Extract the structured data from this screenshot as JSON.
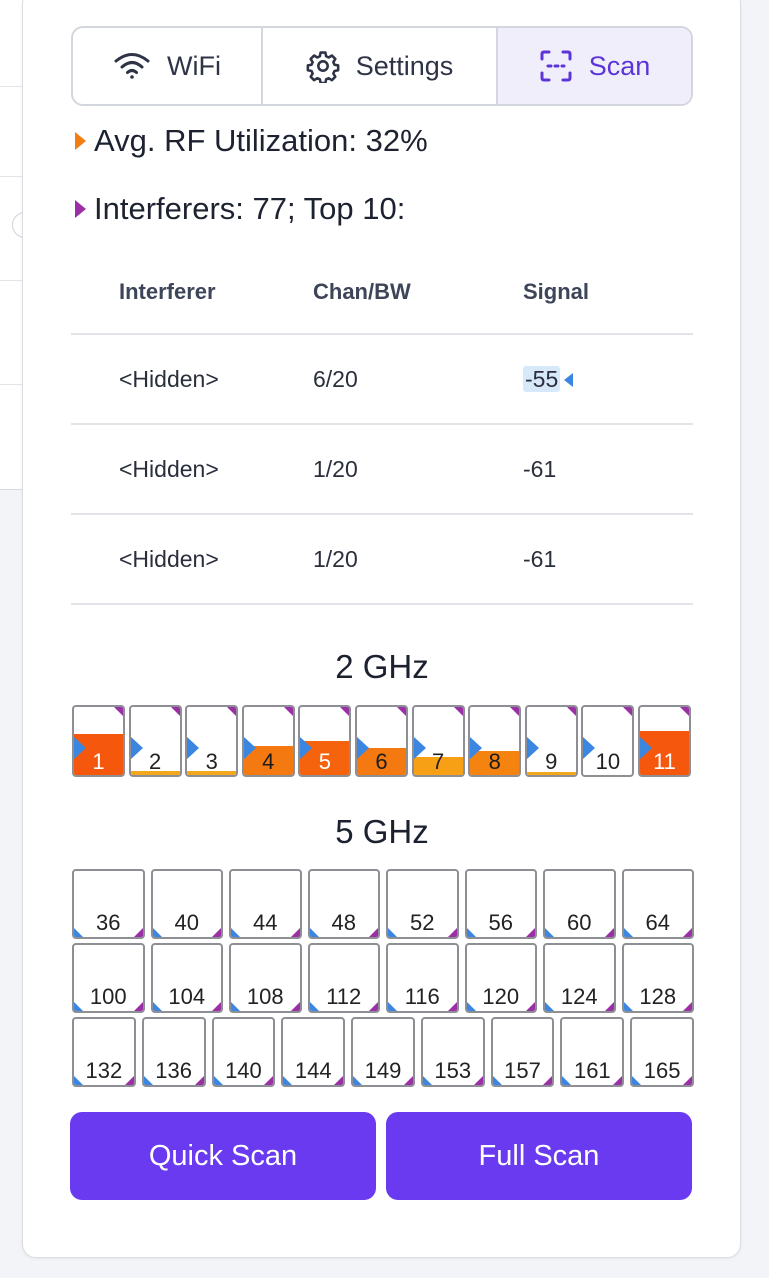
{
  "tabs": [
    {
      "label": "WiFi",
      "icon": "wifi-icon"
    },
    {
      "label": "Settings",
      "icon": "gear-icon"
    },
    {
      "label": "Scan",
      "icon": "scan-icon",
      "active": true
    }
  ],
  "summary": {
    "rf_utilization": "Avg. RF Utilization: 32%",
    "interferers": "Interferers: 77; Top 10:"
  },
  "table": {
    "headers": [
      "Interferer",
      "Chan/BW",
      "Signal"
    ],
    "rows": [
      {
        "name": "<Hidden>",
        "chan": "6/20",
        "signal": "-55",
        "highlighted": true
      },
      {
        "name": "<Hidden>",
        "chan": "1/20",
        "signal": "-61"
      },
      {
        "name": "<Hidden>",
        "chan": "1/20",
        "signal": "-61"
      }
    ]
  },
  "band_2ghz": {
    "title": "2 GHz",
    "channels": [
      {
        "ch": "1",
        "util": 0.6,
        "color": "#f5570d",
        "marker": true
      },
      {
        "ch": "2",
        "util": 0.06,
        "color": "#f2a81c",
        "marker": true
      },
      {
        "ch": "3",
        "util": 0.06,
        "color": "#f2a81c",
        "marker": true
      },
      {
        "ch": "4",
        "util": 0.42,
        "color": "#f47910",
        "marker": true
      },
      {
        "ch": "5",
        "util": 0.5,
        "color": "#f5640d",
        "marker": true
      },
      {
        "ch": "6",
        "util": 0.4,
        "color": "#f47910",
        "marker": true
      },
      {
        "ch": "7",
        "util": 0.26,
        "color": "#f7a016",
        "marker": true
      },
      {
        "ch": "8",
        "util": 0.36,
        "color": "#f4830f",
        "marker": true
      },
      {
        "ch": "9",
        "util": 0.04,
        "color": "#f2a81c",
        "marker": true
      },
      {
        "ch": "10",
        "util": 0.0,
        "color": "#f2a81c",
        "marker": true
      },
      {
        "ch": "11",
        "util": 0.64,
        "color": "#f5570d",
        "marker": true
      }
    ]
  },
  "band_5ghz": {
    "title": "5 GHz",
    "rows": [
      [
        "36",
        "40",
        "44",
        "48",
        "52",
        "56",
        "60",
        "64"
      ],
      [
        "100",
        "104",
        "108",
        "112",
        "116",
        "120",
        "124",
        "128"
      ],
      [
        "132",
        "136",
        "140",
        "144",
        "149",
        "153",
        "157",
        "161",
        "165"
      ]
    ]
  },
  "buttons": {
    "quick_scan": "Quick Scan",
    "full_scan": "Full Scan"
  },
  "colors": {
    "accent": "#6a3af0",
    "active_tab_bg": "#f1eefc",
    "utilization_marker": "#f47d12",
    "interferer_marker": "#9a2fa6",
    "client_marker": "#3b86e0"
  }
}
